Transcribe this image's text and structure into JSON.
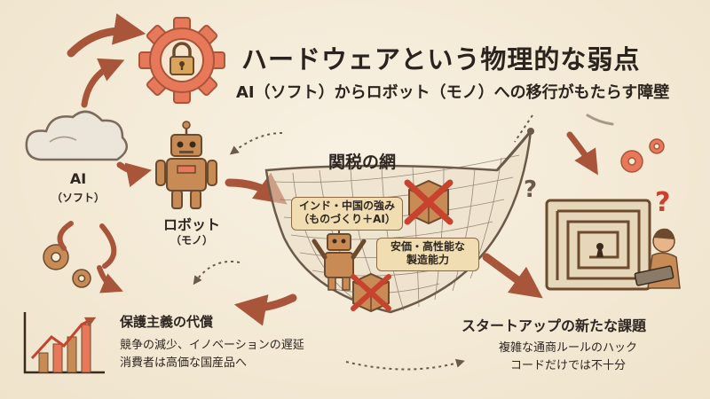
{
  "title": "ハードウェアという物理的な弱点",
  "subtitle": "AI（ソフト）からロボット（モノ）への移行がもたらす障壁",
  "ai": {
    "label": "AI",
    "sublabel": "（ソフト）"
  },
  "robot": {
    "label": "ロボット",
    "sublabel": "（モノ）"
  },
  "net": {
    "label": "関税の網",
    "box1_line1": "インド・中国の強み",
    "box1_line2": "（ものづくり＋AI）",
    "box2_line1": "安価・高性能な",
    "box2_line2": "製造能力"
  },
  "protectionism": {
    "title": "保護主義の代償",
    "line1": "競争の減少、イノベーションの遅延",
    "line2": "消費者は高価な国産品へ"
  },
  "startup": {
    "title": "スタートアップの新たな課題",
    "line1": "複雑な通商ルールのハック",
    "line2": "コードだけでは不十分"
  },
  "colors": {
    "background": "#f3ead7",
    "gear": "#e8785a",
    "arrow": "#a8553a",
    "robot": "#c98b55",
    "box": "#f1ddb2",
    "x_mark": "#c8432e",
    "net": "#6b5a4a"
  },
  "icons": [
    "gear-lock-icon",
    "cloud-icon",
    "robot-icon",
    "net-icon",
    "crate-icon",
    "maze-icon",
    "bar-chart-icon",
    "question-icon"
  ]
}
